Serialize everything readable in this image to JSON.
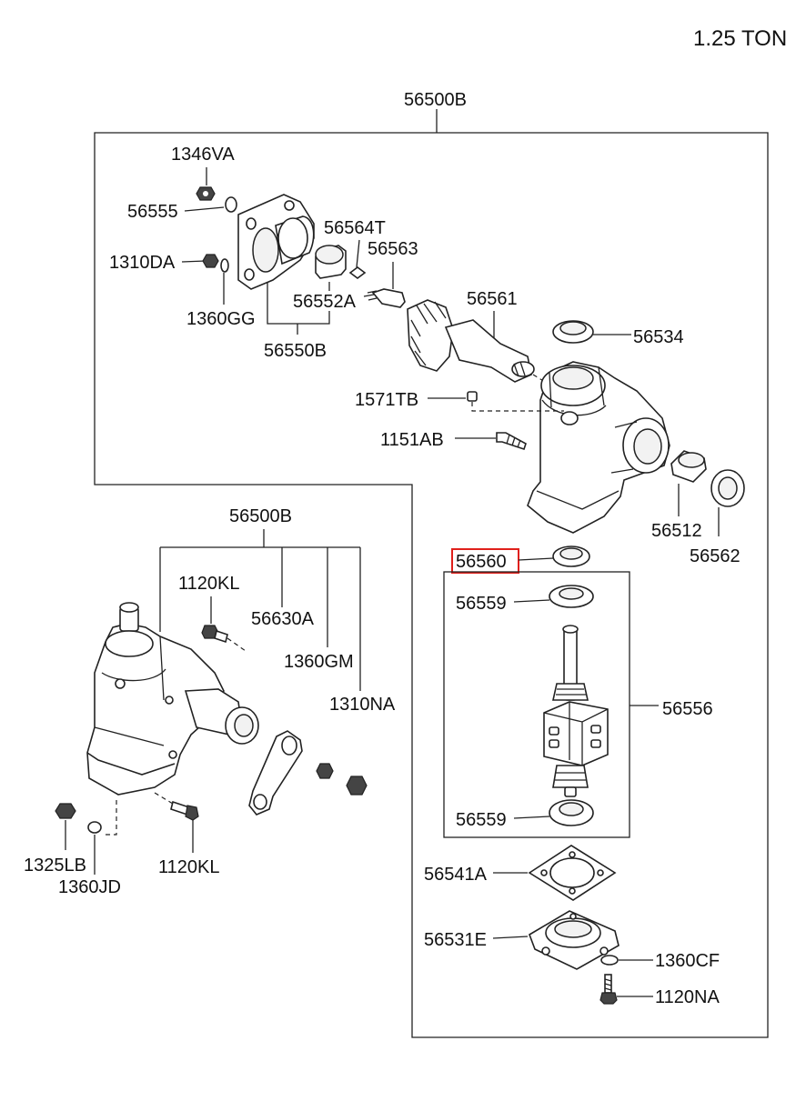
{
  "header": {
    "tonnage": "1.25 TON"
  },
  "assemblies": {
    "main": "56500B",
    "lower": "56500B"
  },
  "highlighted_part": "56560",
  "parts": {
    "p1346VA": "1346VA",
    "p56555": "56555",
    "p1310DA": "1310DA",
    "p1360GG": "1360GG",
    "p56564T": "56564T",
    "p56563": "56563",
    "p56552A": "56552A",
    "p56550B": "56550B",
    "p56561": "56561",
    "p56534": "56534",
    "p1571TB": "1571TB",
    "p1151AB": "1151AB",
    "p56512": "56512",
    "p56562": "56562",
    "p56560": "56560",
    "p56559a": "56559",
    "p56556": "56556",
    "p56559b": "56559",
    "p56541A": "56541A",
    "p56531E": "56531E",
    "p1360CF": "1360CF",
    "p1120NA": "1120NA",
    "p1120KLa": "1120KL",
    "p56630A": "56630A",
    "p1360GM": "1360GM",
    "p1310NA": "1310NA",
    "p1325LB": "1325LB",
    "p1360JD": "1360JD",
    "p1120KLb": "1120KL"
  },
  "colors": {
    "highlight": "#e0201b",
    "ink": "#222222"
  }
}
